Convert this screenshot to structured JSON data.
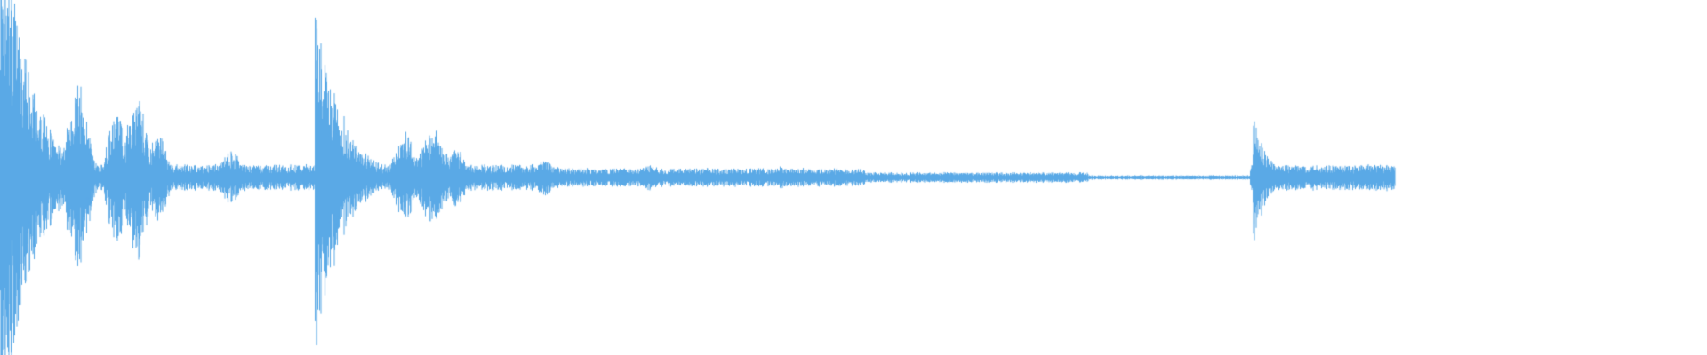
{
  "waveform": {
    "color": "#5aa9e6",
    "background": "#ffffff",
    "visible_width_fraction": 0.817,
    "center_line_fraction": 0.5,
    "onsets": [
      {
        "position": 0.0,
        "peak": 0.78,
        "decay": 0.02
      },
      {
        "position": 0.225,
        "peak": 0.52,
        "decay": 0.018
      },
      {
        "position": 0.898,
        "peak": 0.18,
        "decay": 0.01
      }
    ],
    "bursts": [
      {
        "position": 0.055,
        "peak": 0.25,
        "width": 0.01
      },
      {
        "position": 0.083,
        "peak": 0.2,
        "width": 0.008
      },
      {
        "position": 0.098,
        "peak": 0.22,
        "width": 0.01
      },
      {
        "position": 0.113,
        "peak": 0.12,
        "width": 0.008
      },
      {
        "position": 0.165,
        "peak": 0.07,
        "width": 0.01
      },
      {
        "position": 0.29,
        "peak": 0.12,
        "width": 0.01
      },
      {
        "position": 0.31,
        "peak": 0.13,
        "width": 0.012
      },
      {
        "position": 0.327,
        "peak": 0.08,
        "width": 0.008
      },
      {
        "position": 0.39,
        "peak": 0.05,
        "width": 0.01
      },
      {
        "position": 0.465,
        "peak": 0.035,
        "width": 0.01
      },
      {
        "position": 0.56,
        "peak": 0.03,
        "width": 0.01
      }
    ],
    "noise_floor": [
      {
        "from": 0.0,
        "to": 0.22,
        "level": 0.035
      },
      {
        "from": 0.22,
        "to": 0.4,
        "level": 0.035
      },
      {
        "from": 0.4,
        "to": 0.62,
        "level": 0.025
      },
      {
        "from": 0.62,
        "to": 0.78,
        "level": 0.014
      },
      {
        "from": 0.78,
        "to": 0.896,
        "level": 0.006
      },
      {
        "from": 0.896,
        "to": 1.0,
        "level": 0.035
      }
    ]
  }
}
